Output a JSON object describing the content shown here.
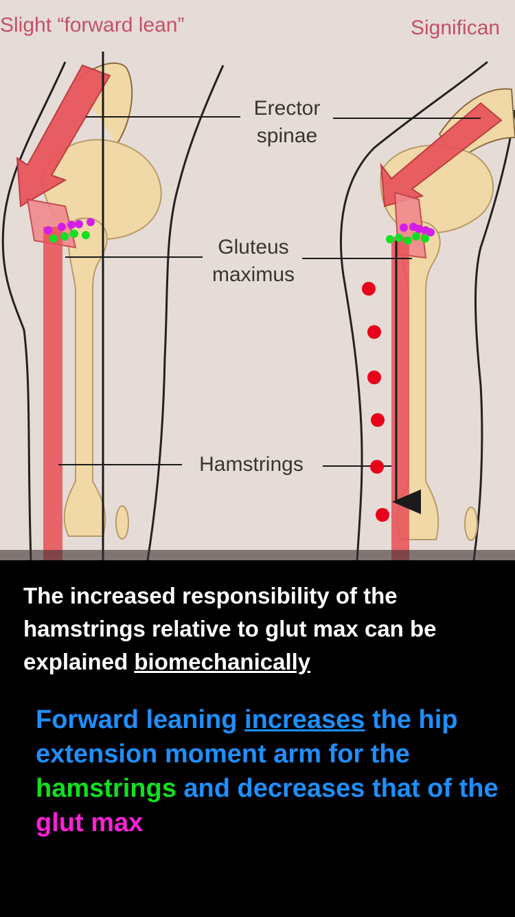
{
  "figure": {
    "header_left": "Slight “forward lean”",
    "header_right": "Significan",
    "labels": {
      "erector_line1": "Erector",
      "erector_line2": "spinae",
      "gluteus_line1": "Gluteus",
      "gluteus_line2": "maximus",
      "hamstrings": "Hamstrings"
    }
  },
  "caption_1": {
    "text_before": "The increased responsibility of the hamstrings relative to glut max can be explained ",
    "underlined": "biomechanically"
  },
  "caption_2": {
    "part1": "Forward leaning ",
    "part2_underlined": "increases",
    "part3": " the hip extension moment arm for the ",
    "part4_green": "hamstrings",
    "part5": " and decreases that of the ",
    "part6_magenta": "glut max"
  },
  "colors": {
    "figure_bg": "#e6dcd7",
    "muscle_red": "#e8535a",
    "bone": "#f0d9a6",
    "caption_white": "#ffffff",
    "caption_blue": "#1e8fff",
    "green_marker": "#10e020",
    "magenta_marker": "#d21ee8",
    "red_marker": "#e8001a"
  }
}
